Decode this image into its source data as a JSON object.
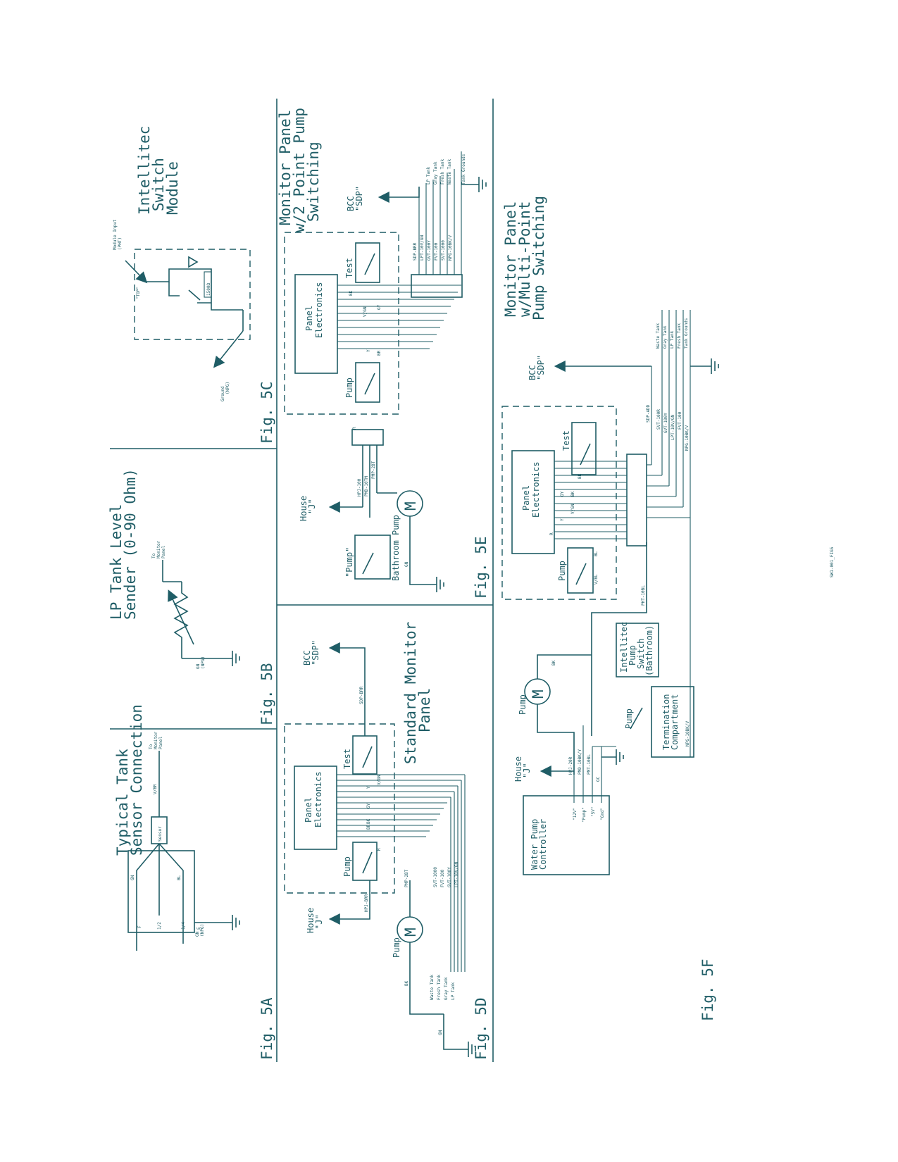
{
  "page": {
    "file_label": "SW1-001_FIG5"
  },
  "fig5a": {
    "caption": "Fig. 5A",
    "title1": "Typical Tank",
    "title2": "Sensor Connection",
    "sensor": "Sensor",
    "to_monitor1": "To",
    "to_monitor2": "Monitor",
    "to_monitor3": "Panel",
    "wire_vbr": "V/BR",
    "wire_gn": "GN",
    "wire_bl": "BL",
    "p_f": "F",
    "p_half": "1/2",
    "p_quarter": "1/4",
    "p_empty": "E",
    "gnd1": "GN",
    "gnd2": "(NPG)"
  },
  "fig5b": {
    "caption": "Fig. 5B",
    "title1": "LP Tank Level",
    "title2": "Sender (0-90 Ohm)",
    "to1": "To",
    "to2": "Monitor",
    "to3": "Panel",
    "gnd1": "GN",
    "gnd2": "(NPG)"
  },
  "fig5c": {
    "caption": "Fig. 5C",
    "title1": "Intellitec",
    "title2": "Switch",
    "title3": "Module",
    "input1": "Module Input",
    "input2": "(PHT)",
    "top": "\"TOP\"",
    "ground1": "Ground",
    "ground2": "(NPG)",
    "res": "1500Ω"
  },
  "fig5d": {
    "caption": "Fig. 5D",
    "title1": "Standard Monitor",
    "title2": "Panel",
    "panel1": "Panel",
    "panel2": "Electronics",
    "pump": "Pump",
    "test": "Test",
    "motor": "M",
    "pump_label": "Pump",
    "house1": "House",
    "house2": "\"J\"",
    "bcc1": "BCC",
    "bcc2": "\"SDP\"",
    "w1": "HPJ-BRR",
    "w2": "BK",
    "w3": "SDP-BRR",
    "w4": "PMP-2BT",
    "w5": "SVT-1000",
    "w6": "FVT-100",
    "w7": "GVT-100Y",
    "w8": "LPT-10V/GN",
    "tanks": [
      "Waste Tank",
      "Fresh Tank",
      "Gray Tank",
      "LP Tank"
    ],
    "gnd": "GN",
    "c_bk": "BK",
    "c_y": "Y",
    "c_gy": "GY",
    "c_vgn": "V/GN",
    "c_br": "BR",
    "c_r": "R"
  },
  "fig5e": {
    "caption": "Fig. 5E",
    "title1": "Monitor Panel",
    "title2": "w/2 Point Pump",
    "title3": "Switching",
    "panel1": "Panel",
    "panel2": "Electronics",
    "pump": "Pump",
    "test": "Test",
    "motor": "M",
    "pump_label": "Pump",
    "house1": "House",
    "house2": "\"J\"",
    "bcc1": "BCC",
    "bcc2": "\"SDP\"",
    "bath1": "\"Pump\"",
    "bath2": "Bathroom",
    "gnd": "GN",
    "w_left": [
      "HPJ-100",
      "PMD-10TM",
      "PMP-2BT"
    ],
    "w_right": [
      "SDP-BRR",
      "LPT-10V/GN",
      "GVT-100Y",
      "FVT-100",
      "SVT-1000",
      "NPG-10BK/V"
    ],
    "tanks": [
      "LP Tank",
      "Gray Tank",
      "Fresh Tank",
      "Waste Tank",
      "Tank Grounds"
    ],
    "c_bk": "BK",
    "c_y": "Y",
    "c_gy": "GY",
    "c_vgn": "V/GN",
    "c_br": "BR",
    "c_r": "R"
  },
  "fig5f": {
    "caption": "Fig. 5F",
    "title1": "Monitor Panel",
    "title2": "w/Multi-Point",
    "title3": "Pump Switching",
    "panel1": "Panel",
    "panel2": "Electronics",
    "pump": "Pump",
    "test": "Test",
    "motor": "M",
    "pump_label": "Pump",
    "house1": "House",
    "house2": "\"J\"",
    "bcc1": "BCC",
    "bcc2": "\"SDP\"",
    "intel1": "Intellitec",
    "intel2": "Pump",
    "intel3": "Switch",
    "intel4": "(Bathroom)",
    "term1": "Termination",
    "term2": "Compartment",
    "wpc1": "Water Pump",
    "wpc2": "Controller",
    "wpc_pins": [
      "\"12V\"",
      "\"Pump\"",
      "\"5V\"",
      "\"Gnd\""
    ],
    "wires_right": [
      "SDP-ADD",
      "SVT-100R",
      "GVT-100Y",
      "LPT-10V/GN",
      "FVT-100",
      "NPG-10BK/V"
    ],
    "tanks": [
      "Waste Tank",
      "Gray Tank",
      "LP Tank",
      "Fresh Tank",
      "Tank Grounds"
    ],
    "w_pht": "PHT-10BL",
    "w_bottom": [
      "HPJ-20R",
      "PMD-10BK/Y",
      "PMT-10BL",
      "GC"
    ],
    "w_npg": "NPG-10BK/V",
    "w_bk": "BK",
    "c_bk": "BK",
    "c_y": "Y",
    "c_gy": "GY",
    "c_vgn": "V/GN",
    "c_br": "BR",
    "c_r": "R",
    "c_bl": "BL",
    "c_vbl": "V/BL"
  }
}
